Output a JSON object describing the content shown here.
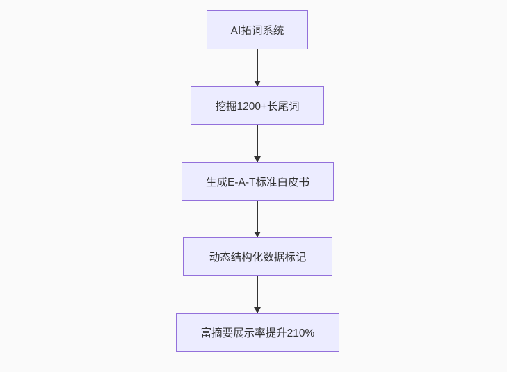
{
  "diagram": {
    "type": "flowchart",
    "direction": "top-down",
    "nodes": [
      {
        "id": "A",
        "label": "AI拓词系统"
      },
      {
        "id": "B",
        "label": "挖掘1200+长尾词"
      },
      {
        "id": "C",
        "label": "生成E-A-T标准白皮书"
      },
      {
        "id": "D",
        "label": "动态结构化数据标记"
      },
      {
        "id": "E",
        "label": "富摘要展示率提升210%"
      }
    ],
    "edges": [
      {
        "from": "A",
        "to": "B"
      },
      {
        "from": "B",
        "to": "C"
      },
      {
        "from": "C",
        "to": "D"
      },
      {
        "from": "D",
        "to": "E"
      }
    ],
    "colors": {
      "node_fill": "#ECECFF",
      "node_border": "#9370DB",
      "node_text": "#333333",
      "arrow": "#333333",
      "background": "#fafafa"
    }
  }
}
